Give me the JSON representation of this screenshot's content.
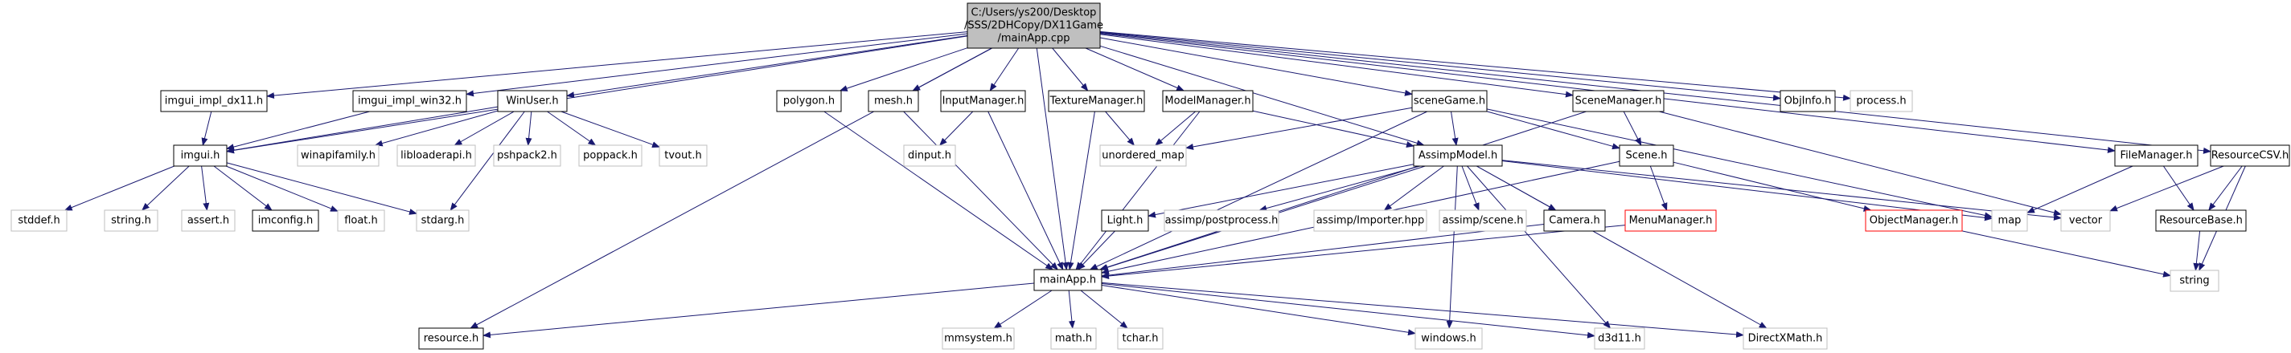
{
  "colors": {
    "root_fill": "#bfbfbf",
    "node_fill": "#ffffff",
    "black_border": "#000000",
    "gray_border": "#bfbfbf",
    "red_border": "#ff0000",
    "edge": "#191970",
    "text": "#000000"
  },
  "nodes": [
    {
      "id": "mainApp_cpp",
      "lines": [
        "C:/Users/ys200/Desktop",
        "/SSS/2DHCopy/DX11Game",
        "/mainApp.cpp"
      ],
      "style": "root"
    },
    {
      "id": "imgui_impl_dx11_h",
      "lines": [
        "imgui_impl_dx11.h"
      ],
      "style": "black"
    },
    {
      "id": "imgui_impl_win32_h",
      "lines": [
        "imgui_impl_win32.h"
      ],
      "style": "black"
    },
    {
      "id": "WinUser_h",
      "lines": [
        "WinUser.h"
      ],
      "style": "black"
    },
    {
      "id": "polygon_h",
      "lines": [
        "polygon.h"
      ],
      "style": "black"
    },
    {
      "id": "mesh_h",
      "lines": [
        "mesh.h"
      ],
      "style": "black"
    },
    {
      "id": "InputManager_h",
      "lines": [
        "InputManager.h"
      ],
      "style": "black"
    },
    {
      "id": "TextureManager_h",
      "lines": [
        "TextureManager.h"
      ],
      "style": "black"
    },
    {
      "id": "ModelManager_h",
      "lines": [
        "ModelManager.h"
      ],
      "style": "black"
    },
    {
      "id": "sceneGame_h",
      "lines": [
        "sceneGame.h"
      ],
      "style": "black"
    },
    {
      "id": "SceneManager_h",
      "lines": [
        "SceneManager.h"
      ],
      "style": "black"
    },
    {
      "id": "ObjInfo_h",
      "lines": [
        "ObjInfo.h"
      ],
      "style": "black"
    },
    {
      "id": "process_h",
      "lines": [
        "process.h"
      ],
      "style": "gray"
    },
    {
      "id": "imgui_h",
      "lines": [
        "imgui.h"
      ],
      "style": "black"
    },
    {
      "id": "winapifamily_h",
      "lines": [
        "winapifamily.h"
      ],
      "style": "gray"
    },
    {
      "id": "libloaderapi_h",
      "lines": [
        "libloaderapi.h"
      ],
      "style": "gray"
    },
    {
      "id": "pshpack2_h",
      "lines": [
        "pshpack2.h"
      ],
      "style": "gray"
    },
    {
      "id": "poppack_h",
      "lines": [
        "poppack.h"
      ],
      "style": "gray"
    },
    {
      "id": "tvout_h",
      "lines": [
        "tvout.h"
      ],
      "style": "gray"
    },
    {
      "id": "dinput_h",
      "lines": [
        "dinput.h"
      ],
      "style": "gray"
    },
    {
      "id": "unordered_map",
      "lines": [
        "unordered_map"
      ],
      "style": "gray"
    },
    {
      "id": "AssimpModel_h",
      "lines": [
        "AssimpModel.h"
      ],
      "style": "black"
    },
    {
      "id": "Scene_h",
      "lines": [
        "Scene.h"
      ],
      "style": "black"
    },
    {
      "id": "FileManager_h",
      "lines": [
        "FileManager.h"
      ],
      "style": "black"
    },
    {
      "id": "ResourceCSV_h",
      "lines": [
        "ResourceCSV.h"
      ],
      "style": "black"
    },
    {
      "id": "stddef_h",
      "lines": [
        "stddef.h"
      ],
      "style": "gray"
    },
    {
      "id": "string_h",
      "lines": [
        "string.h"
      ],
      "style": "gray"
    },
    {
      "id": "assert_h",
      "lines": [
        "assert.h"
      ],
      "style": "gray"
    },
    {
      "id": "imconfig_h",
      "lines": [
        "imconfig.h"
      ],
      "style": "black"
    },
    {
      "id": "float_h",
      "lines": [
        "float.h"
      ],
      "style": "gray"
    },
    {
      "id": "stdarg_h",
      "lines": [
        "stdarg.h"
      ],
      "style": "gray"
    },
    {
      "id": "Light_h",
      "lines": [
        "Light.h"
      ],
      "style": "black"
    },
    {
      "id": "assimp_postprocess_h",
      "lines": [
        "assimp/postprocess.h"
      ],
      "style": "gray"
    },
    {
      "id": "assimp_Importer_hpp",
      "lines": [
        "assimp/Importer.hpp"
      ],
      "style": "gray"
    },
    {
      "id": "assimp_scene_h",
      "lines": [
        "assimp/scene.h"
      ],
      "style": "gray"
    },
    {
      "id": "Camera_h",
      "lines": [
        "Camera.h"
      ],
      "style": "black"
    },
    {
      "id": "MenuManager_h",
      "lines": [
        "MenuManager.h"
      ],
      "style": "red"
    },
    {
      "id": "ObjectManager_h",
      "lines": [
        "ObjectManager.h"
      ],
      "style": "red"
    },
    {
      "id": "map",
      "lines": [
        "map"
      ],
      "style": "gray"
    },
    {
      "id": "vector",
      "lines": [
        "vector"
      ],
      "style": "gray"
    },
    {
      "id": "ResourceBase_h",
      "lines": [
        "ResourceBase.h"
      ],
      "style": "black"
    },
    {
      "id": "mainApp_h",
      "lines": [
        "mainApp.h"
      ],
      "style": "black"
    },
    {
      "id": "string",
      "lines": [
        "string"
      ],
      "style": "gray"
    },
    {
      "id": "resource_h",
      "lines": [
        "resource.h"
      ],
      "style": "black"
    },
    {
      "id": "mmsystem_h",
      "lines": [
        "mmsystem.h"
      ],
      "style": "gray"
    },
    {
      "id": "math_h",
      "lines": [
        "math.h"
      ],
      "style": "gray"
    },
    {
      "id": "tchar_h",
      "lines": [
        "tchar.h"
      ],
      "style": "gray"
    },
    {
      "id": "windows_h",
      "lines": [
        "windows.h"
      ],
      "style": "gray"
    },
    {
      "id": "d3d11_h",
      "lines": [
        "d3d11.h"
      ],
      "style": "gray"
    },
    {
      "id": "DirectXMath_h",
      "lines": [
        "DirectXMath.h"
      ],
      "style": "gray"
    }
  ],
  "edges": [
    [
      "mainApp_cpp",
      "imgui_impl_dx11_h"
    ],
    [
      "mainApp_cpp",
      "imgui_impl_win32_h"
    ],
    [
      "mainApp_cpp",
      "WinUser_h"
    ],
    [
      "mainApp_cpp",
      "polygon_h"
    ],
    [
      "mainApp_cpp",
      "mesh_h"
    ],
    [
      "mainApp_cpp",
      "InputManager_h"
    ],
    [
      "mainApp_cpp",
      "TextureManager_h"
    ],
    [
      "mainApp_cpp",
      "ModelManager_h"
    ],
    [
      "mainApp_cpp",
      "sceneGame_h"
    ],
    [
      "mainApp_cpp",
      "SceneManager_h"
    ],
    [
      "mainApp_cpp",
      "ObjInfo_h"
    ],
    [
      "mainApp_cpp",
      "process_h"
    ],
    [
      "mainApp_cpp",
      "imgui_h"
    ],
    [
      "mainApp_cpp",
      "resource_h"
    ],
    [
      "mainApp_cpp",
      "mainApp_h"
    ],
    [
      "mainApp_cpp",
      "AssimpModel_h"
    ],
    [
      "mainApp_cpp",
      "FileManager_h"
    ],
    [
      "mainApp_cpp",
      "ResourceCSV_h"
    ],
    [
      "imgui_impl_dx11_h",
      "imgui_h"
    ],
    [
      "imgui_impl_win32_h",
      "imgui_h"
    ],
    [
      "imgui_h",
      "stddef_h"
    ],
    [
      "imgui_h",
      "string_h"
    ],
    [
      "imgui_h",
      "assert_h"
    ],
    [
      "imgui_h",
      "imconfig_h"
    ],
    [
      "imgui_h",
      "float_h"
    ],
    [
      "imgui_h",
      "stdarg_h"
    ],
    [
      "WinUser_h",
      "imgui_h"
    ],
    [
      "WinUser_h",
      "winapifamily_h"
    ],
    [
      "WinUser_h",
      "libloaderapi_h"
    ],
    [
      "WinUser_h",
      "pshpack2_h"
    ],
    [
      "WinUser_h",
      "poppack_h"
    ],
    [
      "WinUser_h",
      "tvout_h"
    ],
    [
      "WinUser_h",
      "stdarg_h"
    ],
    [
      "polygon_h",
      "mainApp_h"
    ],
    [
      "mesh_h",
      "mainApp_h"
    ],
    [
      "InputManager_h",
      "dinput_h"
    ],
    [
      "InputManager_h",
      "mainApp_h"
    ],
    [
      "TextureManager_h",
      "unordered_map"
    ],
    [
      "TextureManager_h",
      "mainApp_h"
    ],
    [
      "ModelManager_h",
      "unordered_map"
    ],
    [
      "ModelManager_h",
      "AssimpModel_h"
    ],
    [
      "ModelManager_h",
      "mainApp_h"
    ],
    [
      "sceneGame_h",
      "unordered_map"
    ],
    [
      "sceneGame_h",
      "AssimpModel_h"
    ],
    [
      "sceneGame_h",
      "Scene_h"
    ],
    [
      "sceneGame_h",
      "mainApp_h"
    ],
    [
      "sceneGame_h",
      "map"
    ],
    [
      "SceneManager_h",
      "Scene_h"
    ],
    [
      "SceneManager_h",
      "vector"
    ],
    [
      "SceneManager_h",
      "mainApp_h"
    ],
    [
      "Scene_h",
      "MenuManager_h"
    ],
    [
      "Scene_h",
      "ObjectManager_h"
    ],
    [
      "Scene_h",
      "mainApp_h"
    ],
    [
      "AssimpModel_h",
      "Light_h"
    ],
    [
      "AssimpModel_h",
      "assimp_postprocess_h"
    ],
    [
      "AssimpModel_h",
      "assimp_Importer_hpp"
    ],
    [
      "AssimpModel_h",
      "assimp_scene_h"
    ],
    [
      "AssimpModel_h",
      "Camera_h"
    ],
    [
      "AssimpModel_h",
      "map"
    ],
    [
      "AssimpModel_h",
      "vector"
    ],
    [
      "AssimpModel_h",
      "mainApp_h"
    ],
    [
      "AssimpModel_h",
      "windows_h"
    ],
    [
      "AssimpModel_h",
      "d3d11_h"
    ],
    [
      "AssimpModel_h",
      "DirectXMath_h"
    ],
    [
      "Light_h",
      "mainApp_h"
    ],
    [
      "Camera_h",
      "mainApp_h"
    ],
    [
      "MenuManager_h",
      "mainApp_h"
    ],
    [
      "ObjectManager_h",
      "string"
    ],
    [
      "FileManager_h",
      "map"
    ],
    [
      "FileManager_h",
      "ResourceBase_h"
    ],
    [
      "ResourceCSV_h",
      "vector"
    ],
    [
      "ResourceCSV_h",
      "ResourceBase_h"
    ],
    [
      "ResourceCSV_h",
      "string"
    ],
    [
      "ResourceBase_h",
      "string"
    ],
    [
      "mainApp_h",
      "resource_h"
    ],
    [
      "mainApp_h",
      "mmsystem_h"
    ],
    [
      "mainApp_h",
      "math_h"
    ],
    [
      "mainApp_h",
      "tchar_h"
    ],
    [
      "mainApp_h",
      "windows_h"
    ],
    [
      "mainApp_h",
      "d3d11_h"
    ],
    [
      "mainApp_h",
      "DirectXMath_h"
    ]
  ]
}
